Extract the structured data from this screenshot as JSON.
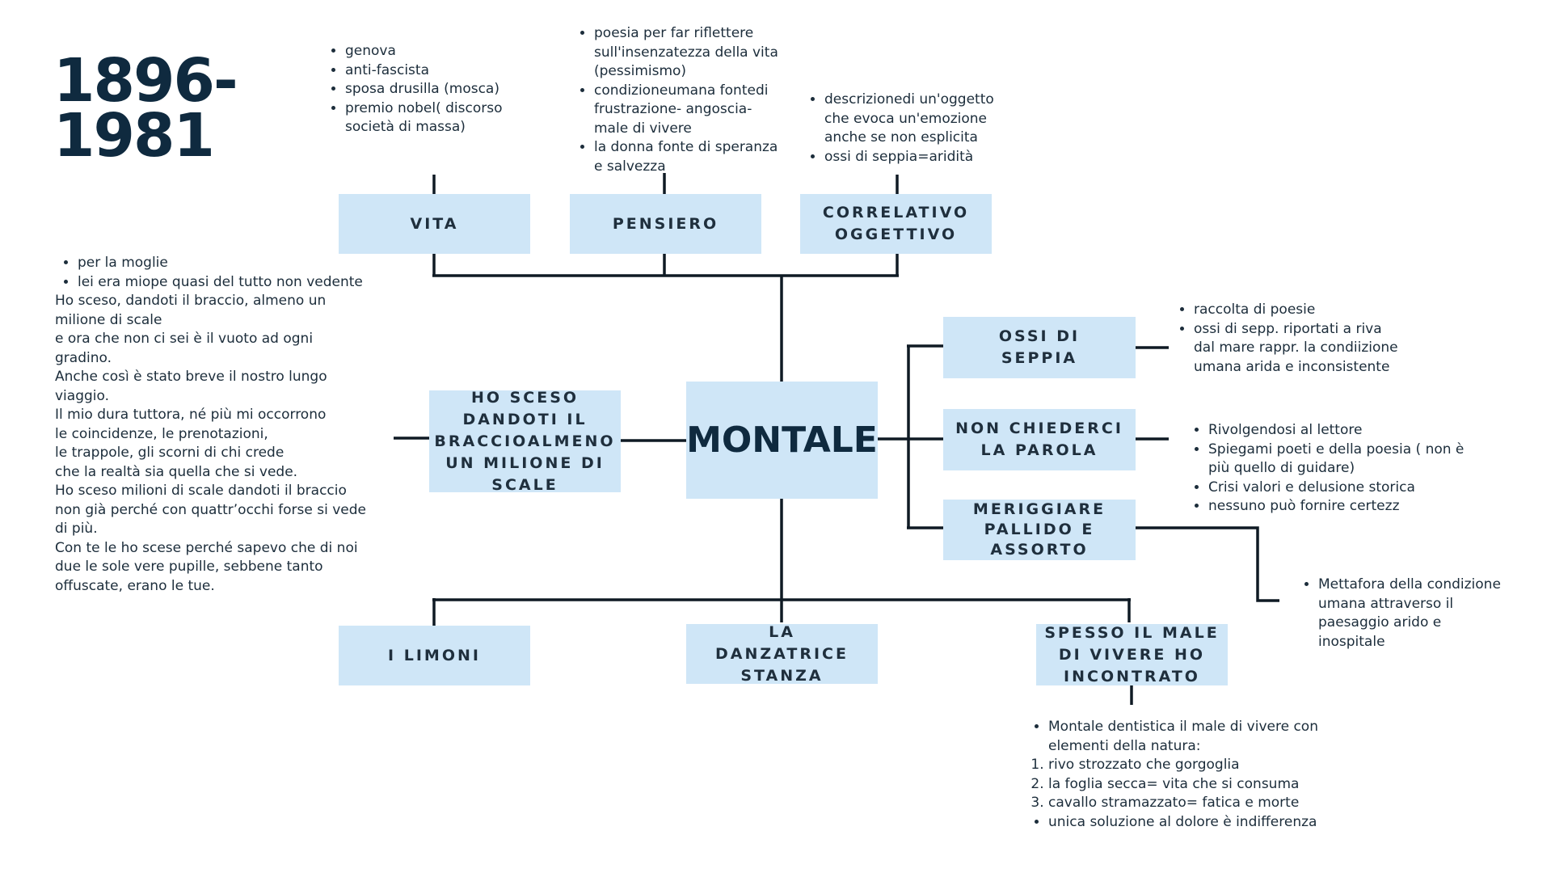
{
  "year_line1": "1896-",
  "year_line2": "1981",
  "center": "MONTALE",
  "boxes": {
    "vita": "VITA",
    "pensiero": "PENSIERO",
    "correlativo": "CORRELATIVO OGGETTIVO",
    "ossi": "OSSI DI SEPPIA",
    "non_chiederci": "NON CHIEDERCI LA PAROLA",
    "meriggiare": "MERIGGIARE PALLIDO E ASSORTO",
    "ho_sceso": "HO SCESO DANDOTI IL BRACCIOALMENO UN MILIONE DI SCALE",
    "limoni": "I LIMONI",
    "danzatrice": "LA DANZATRICE STANZA",
    "spesso": "SPESSO IL MALE DI VIVERE HO INCONTRATO"
  },
  "notes": {
    "vita": [
      "genova",
      "anti-fascista",
      "sposa drusilla (mosca)",
      "premio nobel( discorso società di massa)"
    ],
    "pensiero": [
      "poesia per far riflettere sull'insenzatezza della vita (pessimismo)",
      "condizioneumana fontedi frustrazione- angoscia- male di vivere",
      "la donna fonte di speranza e salvezza"
    ],
    "correlativo": [
      " descrizionedi un'oggetto che evoca un'emozione anche se non esplicita",
      "ossi di seppia=aridità"
    ],
    "ossi": [
      "raccolta di poesie",
      "ossi di sepp. riportati  a riva dal mare rappr. la condiizione umana arida e inconsistente"
    ],
    "non_chiederci": [
      "Rivolgendosi al lettore",
      "Spiegami poeti e della poesia ( non è più quello di guidare)",
      "Crisi valori e delusione storica",
      "nessuno può fornire certezz"
    ],
    "meriggiare": [
      "Mettafora della condizione umana attraverso il paesaggio arido e inospitale"
    ],
    "spesso_first": "Montale dentistica il male di vivere con elementi della natura:",
    "spesso_numbered": [
      "rivo strozzato che gorgoglia",
      "la foglia secca= vita che si consuma",
      "cavallo stramazzato= fatica e morte"
    ],
    "spesso_last": "unica soluzione al dolore è indifferenza",
    "poem_bullets": [
      "per la moglie",
      "lei era miope quasi del tutto non vedente"
    ],
    "poem_lines": [
      "Ho sceso, dandoti il braccio, almeno un milione di scale",
      "e ora che non ci sei è il vuoto ad ogni gradino.",
      "Anche così è stato breve il nostro lungo viaggio.",
      "Il mio dura tuttora, né più mi occorrono",
      "le coincidenze, le prenotazioni,",
      "le trappole, gli scorni di chi crede",
      "che la realtà sia quella che si vede.",
      "Ho sceso milioni di scale dandoti il braccio non già perché con quattr’occhi forse si vede di più.",
      "Con te le ho scese perché sapevo che di noi due le sole vere pupille, sebbene tanto offuscate, erano le tue."
    ]
  },
  "colors": {
    "box": "#cfe6f7",
    "line": "#0f1a24",
    "title": "#0f2a3f"
  }
}
